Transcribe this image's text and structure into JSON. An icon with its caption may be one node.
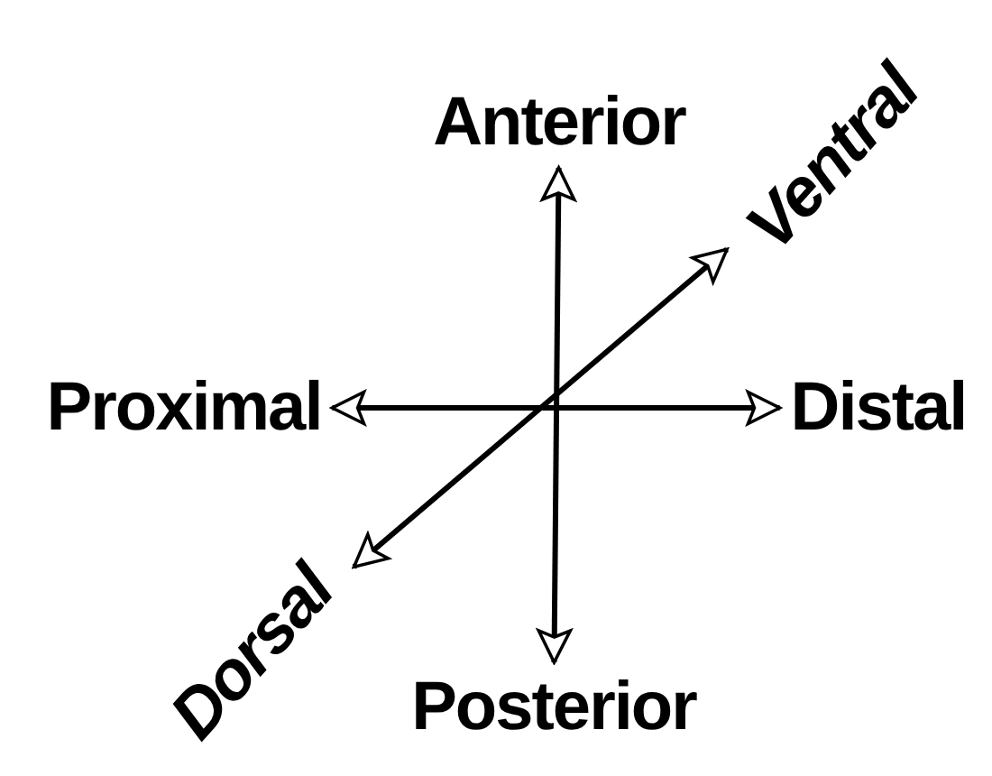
{
  "diagram": {
    "nodes": [
      {
        "text": [
          "Anterior"
        ]
      },
      {
        "text": [
          "Ventral"
        ]
      },
      {
        "text": [
          "Proximal"
        ]
      },
      {
        "text": [
          "Distal"
        ]
      },
      {
        "text": [
          "Dorsal"
        ]
      },
      {
        "text": [
          "Posterior"
        ]
      }
    ],
    "edges": [
      {
        "from": 0,
        "to": 5,
        "arrow": "both"
      },
      {
        "from": 2,
        "to": 3,
        "arrow": "both"
      },
      {
        "from": 1,
        "to": 4,
        "arrow": "both"
      }
    ]
  }
}
